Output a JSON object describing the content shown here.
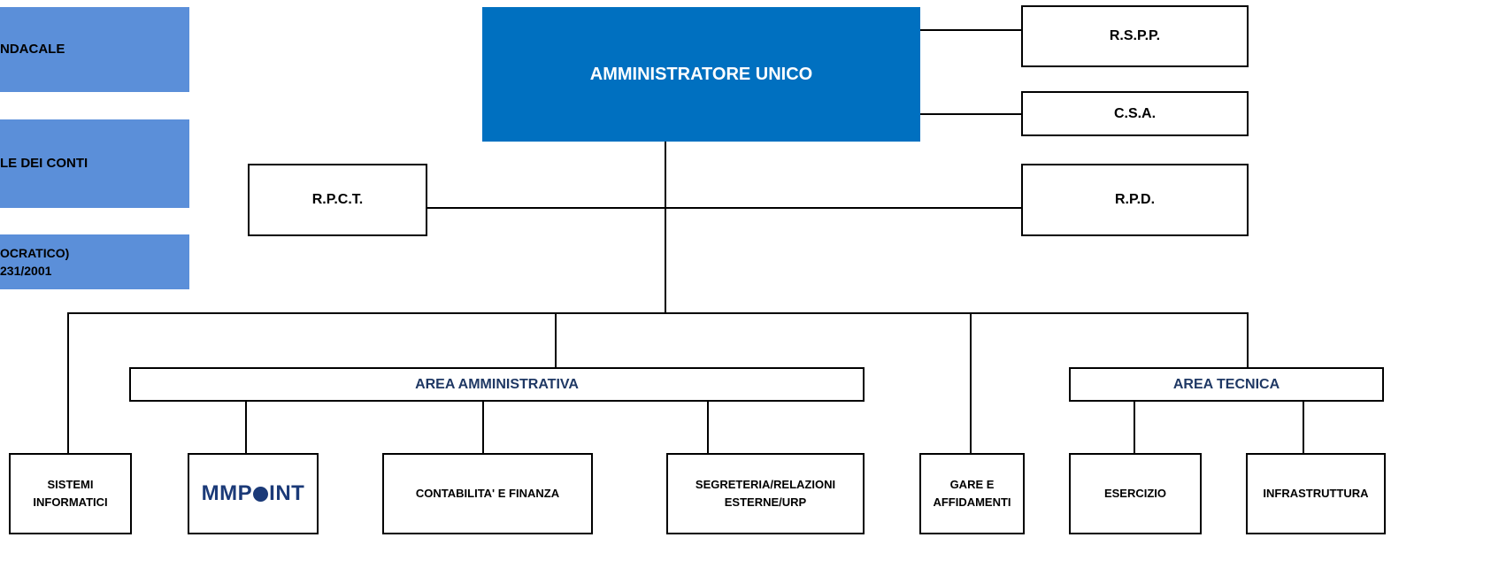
{
  "side_boxes": {
    "sindacale": "NDACALE",
    "revisore": "LE DEI CONTI",
    "odv": "OCRATICO)\n231/2001"
  },
  "top": {
    "amministratore": "AMMINISTRATORE UNICO"
  },
  "staff": {
    "rspp": "R.S.P.P.",
    "csa": "C.S.A.",
    "rpct": "R.P.C.T.",
    "rpd": "R.P.D."
  },
  "areas": {
    "amministrativa": "AREA AMMINISTRATIVA",
    "tecnica": "AREA TECNICA"
  },
  "units": {
    "sistemi": "SISTEMI\nINFORMATICI",
    "logo": "MMPOINT",
    "contabilita": "CONTABILITA' E FINANZA",
    "segreteria": "SEGRETERIA/RELAZIONI\nESTERNE/URP",
    "gare": "GARE E\nAFFIDAMENTI",
    "esercizio": "ESERCIZIO",
    "infrastruttura": "INFRASTRUTTURA"
  },
  "colors": {
    "top_fill": "#0070c0",
    "side_fill": "#5b8fd9",
    "area_text": "#1f3864",
    "logo": "#1b3a78"
  }
}
